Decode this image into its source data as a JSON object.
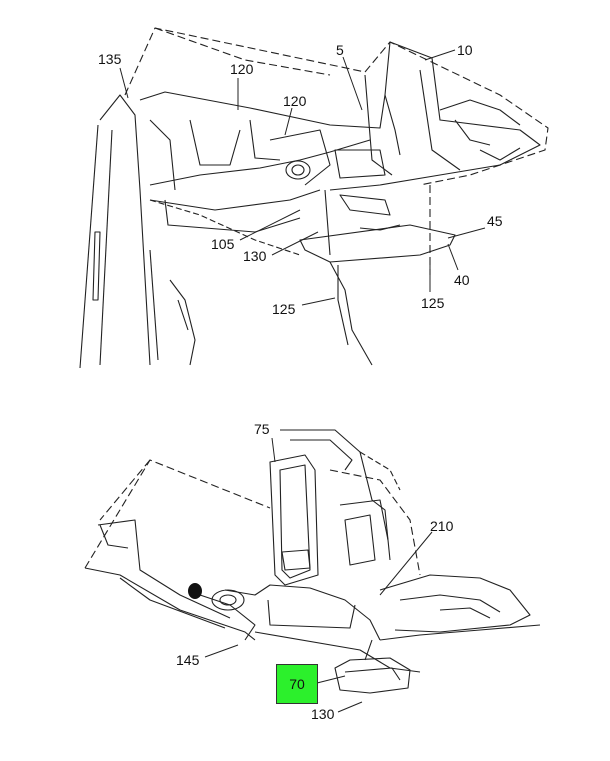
{
  "diagram": {
    "upper_view": {
      "callouts": [
        "135",
        "120",
        "120",
        "5",
        "10",
        "105",
        "130",
        "45",
        "40",
        "125",
        "125"
      ]
    },
    "lower_view": {
      "callouts": [
        "75",
        "210",
        "145",
        "70",
        "130"
      ],
      "highlighted_callout": "70"
    }
  },
  "colors": {
    "line": "#222222",
    "background": "#ffffff",
    "highlight": "#2cf02c"
  }
}
